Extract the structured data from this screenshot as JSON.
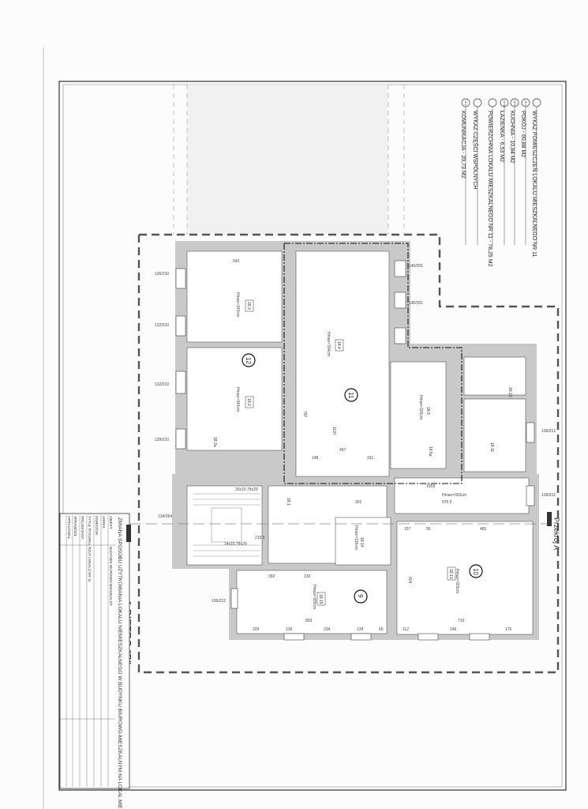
{
  "drawing": {
    "floor_title": "1 PIĘTRO \"B\"",
    "section_label": "Przekrój A",
    "units": [
      {
        "number": "12",
        "room_codes": [
          "18.3",
          "18.2",
          "18.2a"
        ]
      },
      {
        "number": "11",
        "room_codes": [
          "18.4",
          "18.5",
          "18.5a"
        ]
      },
      {
        "number": "9",
        "room_codes": [
          "18.15"
        ]
      },
      {
        "number": "10",
        "room_codes": [
          "18.13"
        ]
      }
    ],
    "bathroom_codes": [
      "18.10",
      "18.11",
      "18.14",
      "18.1"
    ],
    "heights": [
      "Hmax=340cm",
      "Hmax=340cm",
      "Hmax=334cm",
      "Hmax=326cm",
      "Hmax=316cm",
      "Hmax=305cm",
      "Hmax=333cm",
      "Hmax=303cm"
    ],
    "dimensions": [
      "542",
      "1197",
      "787",
      "497",
      "148",
      "331",
      "803",
      "229",
      "136",
      "234",
      "139",
      "65",
      "710",
      "112",
      "146",
      "176",
      "1059",
      "575.5",
      "301",
      "465",
      "157",
      "90",
      "604",
      "392",
      "130",
      "215.5",
      "26x15.78x29",
      "14x15.78x29"
    ],
    "windows": [
      "136/210",
      "132/210",
      "132/210",
      "139/210",
      "140/201",
      "140/201",
      "139/212",
      "139/212",
      "136/212",
      "134/254"
    ],
    "stair_label": "14x15.78x29"
  },
  "legend": {
    "header": "WYKAZ POMIESZCZEŃ LOKALU MIESZKALNEGO NR 11",
    "items": [
      {
        "code": "18.4",
        "label": "POKÓJ - 60,88 M2"
      },
      {
        "code": "18.5",
        "label": "KUCHNIA - 10,84 M2"
      },
      {
        "code": "18.5a",
        "label": "ŁAZIENKA - 6,53 M2"
      }
    ],
    "total": "POWIERZCHNIA LOKALU MIESZKALNEGO NR 11 - 78,25 M2",
    "common_header": "WYKAZ CZĘŚCI WSPÓLNYCH",
    "common_items": [
      {
        "code": "18.1",
        "label": "KOMUNIKACJA - 20,73 M2"
      }
    ]
  },
  "title_block": {
    "subject": "ZMIANA SPOSOBU UŻYTKOWANIA LOKALU NIEMIESZKALNEGO W BUDYNKU BIUROWO-MIESZKALNYM NA LOKAL MIESZKALNY",
    "rows": [
      {
        "label": "OBIEKT",
        "value": "BUDYNEK BIUROWO-MIESZKALNY"
      },
      {
        "label": "ADRES",
        "value": ""
      },
      {
        "label": "INWESTOR",
        "value": ""
      },
      {
        "label": "TYTUŁ RYSUNKU",
        "value": "RZUT LOKALU NR 11"
      },
      {
        "label": "PROJEKTANT",
        "value": ""
      },
      {
        "label": "SPRAWDZIŁ",
        "value": ""
      },
      {
        "label": "OPRACOWAŁ",
        "value": ""
      }
    ]
  }
}
